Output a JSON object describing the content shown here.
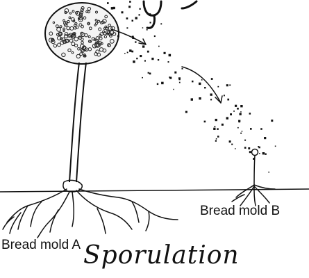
{
  "diagram": {
    "labels": {
      "mold_a": "Bread mold A",
      "mold_b": "Bread mold B",
      "title": "Sporulation"
    },
    "colors": {
      "ink": "#111111",
      "background": "#ffffff"
    }
  }
}
